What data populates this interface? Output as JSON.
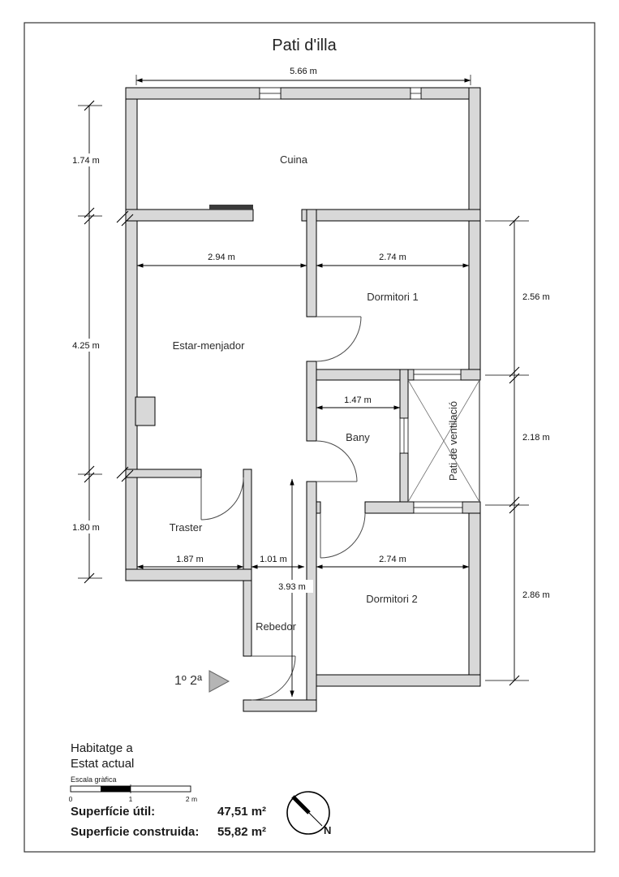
{
  "title": "Pati d'illa",
  "rooms": {
    "cuina": "Cuina",
    "estar": "Estar-menjador",
    "dorm1": "Dormitori 1",
    "bany": "Bany",
    "traster": "Traster",
    "rebedor": "Rebedor",
    "dorm2": "Dormitori 2",
    "pati": "Pati de ventilació"
  },
  "dims": {
    "top": "5.66 m",
    "left1": "1.74 m",
    "left2": "4.25 m",
    "left3": "1.80 m",
    "right1": "2.56 m",
    "right2": "2.18 m",
    "right3": "2.86 m",
    "estar": "2.94 m",
    "dorm1": "2.74 m",
    "bany": "1.47 m",
    "traster": "1.87 m",
    "rebedor": "1.01 m",
    "dorm2": "2.74 m",
    "hall": "3.93 m"
  },
  "unit": "1º 2ª",
  "footer": {
    "line1": "Habitatge a",
    "line2": "Estat actual",
    "scale_title": "Escala gràfica",
    "scale0": "0",
    "scale1": "1",
    "scale2": "2 m",
    "useful_label": "Superfície útil:",
    "useful_value": "47,51 m²",
    "built_label": "Superficie construida:",
    "built_value": "55,82 m²",
    "north": "N"
  }
}
